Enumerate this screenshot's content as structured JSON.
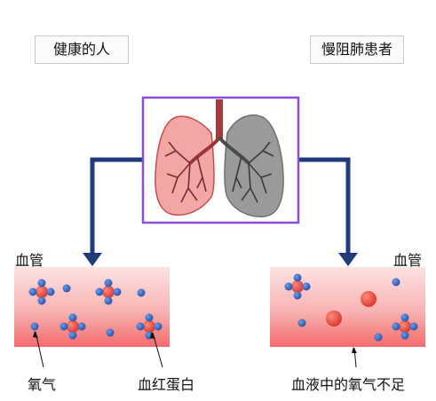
{
  "labels": {
    "healthy": "健康的人",
    "copd": "慢阻肺患者",
    "vessel_left": "血管",
    "vessel_right": "血管",
    "oxygen": "氧气",
    "hemoglobin": "血红蛋白",
    "low_oxygen": "血液中的氧气不足"
  },
  "colors": {
    "arrow": "#1e3a78",
    "frame": "#8a4fd8",
    "vessel": "#f47c7c",
    "oxygen": "#2f63c4",
    "hemoglobin": "#e8453c",
    "lung_healthy": "#f3a6a6",
    "lung_diseased": "#9a9a9a"
  },
  "icons": {
    "lungs": "lungs-illustration"
  }
}
